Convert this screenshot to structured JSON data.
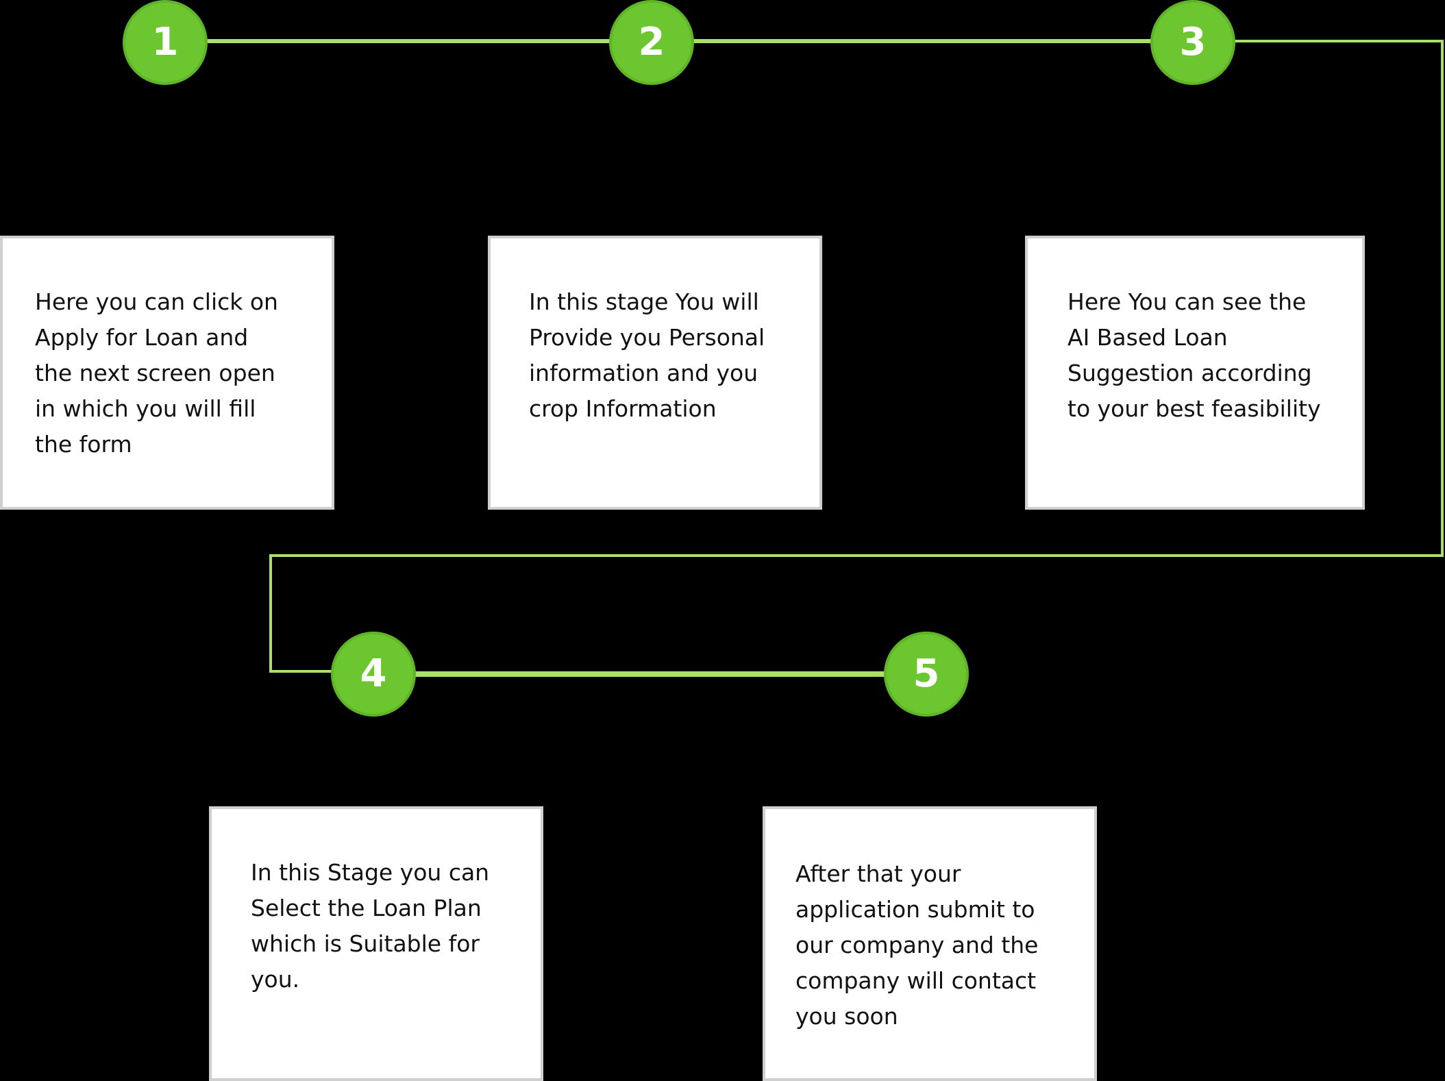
{
  "colors": {
    "background": "#000000",
    "accent_green": "#6cc62f",
    "connector_green": "#a9e06a",
    "card_background": "#ffffff",
    "card_border": "#cfcfcf",
    "text": "#111111"
  },
  "steps": [
    {
      "number": "1",
      "text": "Here you can click on\nApply for Loan and\nthe next screen open\nin which you will fill\nthe form"
    },
    {
      "number": "2",
      "text": "In this stage You will\nProvide you Personal\ninformation and you\ncrop Information"
    },
    {
      "number": "3",
      "text": "Here You can see the\nAI Based Loan\nSuggestion according\nto your best feasibility"
    },
    {
      "number": "4",
      "text": "In this Stage you can\nSelect the Loan Plan\nwhich is Suitable for\nyou."
    },
    {
      "number": "5",
      "text": "After that your\napplication submit to\nour company and the\ncompany will contact\nyou soon"
    }
  ]
}
